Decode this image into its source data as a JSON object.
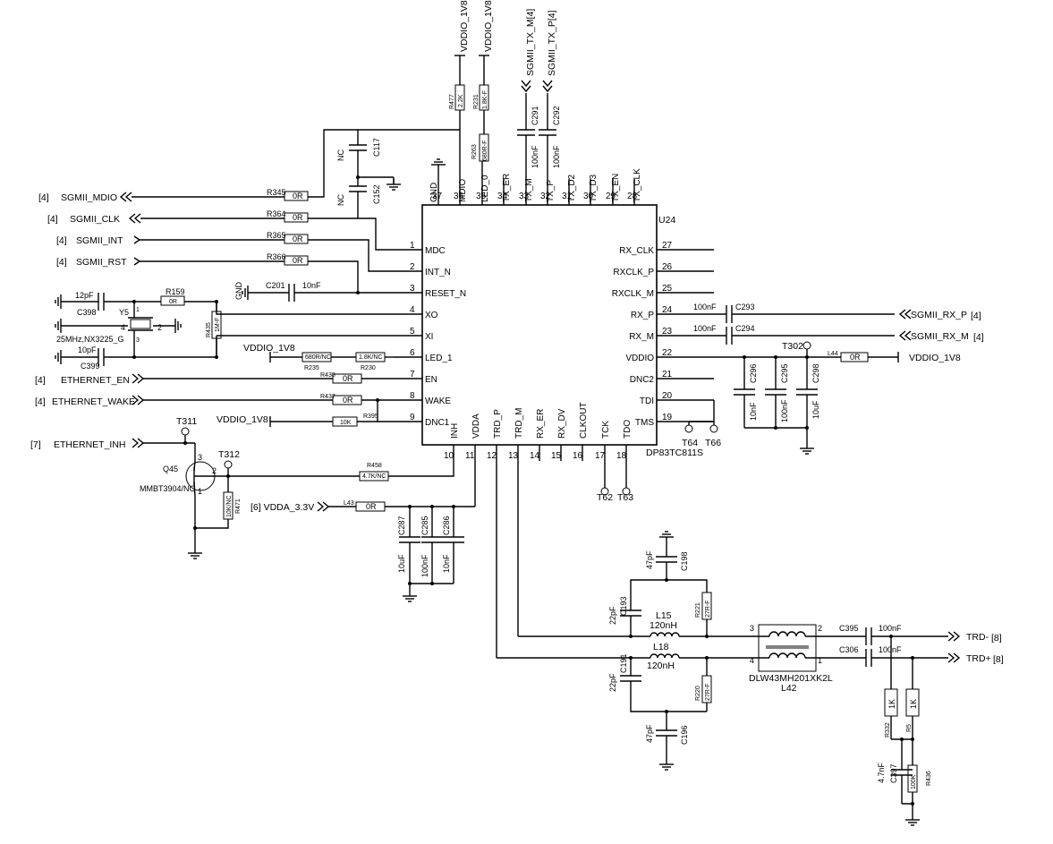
{
  "chip": {
    "ref": "U24",
    "part": "DP83TC811S",
    "left_pins": [
      {
        "num": "1",
        "name": "MDC"
      },
      {
        "num": "2",
        "name": "INT_N"
      },
      {
        "num": "3",
        "name": "RESET_N"
      },
      {
        "num": "4",
        "name": "XO"
      },
      {
        "num": "5",
        "name": "XI"
      },
      {
        "num": "6",
        "name": "LED_1"
      },
      {
        "num": "7",
        "name": "EN"
      },
      {
        "num": "8",
        "name": "WAKE"
      },
      {
        "num": "9",
        "name": "DNC1"
      }
    ],
    "right_pins": [
      {
        "num": "27",
        "name": "RX_CLK"
      },
      {
        "num": "26",
        "name": "RXCLK_P"
      },
      {
        "num": "25",
        "name": "RXCLK_M"
      },
      {
        "num": "24",
        "name": "RX_P"
      },
      {
        "num": "23",
        "name": "RX_M"
      },
      {
        "num": "22",
        "name": "VDDIO"
      },
      {
        "num": "21",
        "name": "DNC2"
      },
      {
        "num": "20",
        "name": "TDI"
      },
      {
        "num": "19",
        "name": "TMS"
      }
    ],
    "top_pins": [
      {
        "num": "37",
        "name": "GND"
      },
      {
        "num": "36",
        "name": "MDIO"
      },
      {
        "num": "35",
        "name": "LED_0"
      },
      {
        "num": "34",
        "name": "TX_ER"
      },
      {
        "num": "33",
        "name": "TX_M"
      },
      {
        "num": "32",
        "name": "TX_P"
      },
      {
        "num": "31",
        "name": "TX_D2"
      },
      {
        "num": "30",
        "name": "TX_D3"
      },
      {
        "num": "29",
        "name": "TX_EN"
      },
      {
        "num": "28",
        "name": "TX_CLK"
      }
    ],
    "bottom_pins": [
      {
        "num": "10",
        "name": "INH"
      },
      {
        "num": "11",
        "name": "VDDA"
      },
      {
        "num": "12",
        "name": "TRD_P"
      },
      {
        "num": "13",
        "name": "TRD_M"
      },
      {
        "num": "14",
        "name": "RX_ER"
      },
      {
        "num": "15",
        "name": "RX_DV"
      },
      {
        "num": "16",
        "name": "CLKOUT"
      },
      {
        "num": "17",
        "name": "TCK"
      },
      {
        "num": "18",
        "name": "TDO"
      }
    ]
  },
  "nets": {
    "sgmii_mdio": "SGMII_MDIO",
    "sgmii_clk": "SGMII_CLK",
    "sgmii_int": "SGMII_INT",
    "sgmii_rst": "SGMII_RST",
    "ethernet_en": "ETHERNET_EN",
    "ethernet_wake": "ETHERNET_WAKE",
    "ethernet_inh": "ETHERNET_INH",
    "sgmii_rx_p": "SGMII_RX_P",
    "sgmii_rx_m": "SGMII_RX_M",
    "sgmii_tx_m": "SGMII_TX_M[4]",
    "sgmii_tx_p": "SGMII_TX_P[4]",
    "vddio_1v8": "VDDIO_1V8",
    "vdda_3v3": "[6] VDDA_3.3V",
    "gnd": "GND",
    "nc": "NC",
    "trd_minus": "TRD-",
    "trd_plus": "TRD+",
    "sheet4": "[4]",
    "sheet7": "[7]",
    "sheet8": "[8]"
  },
  "components": {
    "r345": "R345",
    "r364": "R364",
    "r365": "R365",
    "r366": "R366",
    "zero": "0R",
    "r159": "R159",
    "r435": "R435",
    "r435_val": "1M-F",
    "c201": "C201",
    "c201_val": "10nF",
    "c398": "C398",
    "c398_val": "12pF",
    "c399": "C399",
    "c399_val": "10pF",
    "y5": "Y5",
    "y5_val": "25MHz,NX3225_G",
    "r235": "R235",
    "r235_val": "680R/NC",
    "r230": "R230",
    "r230_val": "1.8K/NC",
    "r438": "R438",
    "r437": "R437",
    "r395": "R395",
    "r395_val": "10K",
    "r458": "R458",
    "r458_val": "4.7K/NC",
    "q45": "Q45",
    "q45_val": "MMBT3904/NC",
    "r471": "R471",
    "r471_val": "10K/NC",
    "t311": "T311",
    "t312": "T312",
    "t302": "T302",
    "t64": "T64",
    "t66": "T66",
    "t62": "T62",
    "t63": "T63",
    "l43": "L43",
    "l44": "L44",
    "c287": "C287",
    "c285": "C285",
    "c286": "C286",
    "c296": "C296",
    "c295": "C295",
    "c298": "C298",
    "val_10uf": "10uF",
    "val_100nf": "100nF",
    "val_10nf": "10nF",
    "r477": "R477",
    "r477_val": "2.2K",
    "r231": "R231",
    "r231_val": "1.8K-F",
    "r263": "R263",
    "r263_val": "680R-F",
    "c117": "C117",
    "c152": "C152",
    "c291": "C291",
    "c292": "C292",
    "c293": "C293",
    "c294": "C294",
    "c198": "C198",
    "c193": "C193",
    "c191": "C191",
    "c196": "C196",
    "val_47pf": "47pF",
    "val_22pf": "22pF",
    "r221": "R221",
    "r220": "R220",
    "val_27rf": "27R-F",
    "l15": "L15",
    "l18": "L18",
    "val_120nh": "120nH",
    "l42": "L42",
    "l42_val": "DLW43MH201XK2L",
    "c395": "C395",
    "c306": "C306",
    "r332": "R332",
    "r5": "R5",
    "val_1k": "1K",
    "c397": "C397",
    "c397_val": "4.7nF",
    "r436": "R436",
    "r436_val": "100K",
    "xtal_p1": "1",
    "xtal_p2": "2",
    "xtal_p3": "3",
    "xtal_p4": "4",
    "q_p1": "1",
    "q_p2": "2",
    "q_p3": "3",
    "cm_p1": "1",
    "cm_p2": "2",
    "cm_p3": "3",
    "cm_p4": "4"
  }
}
